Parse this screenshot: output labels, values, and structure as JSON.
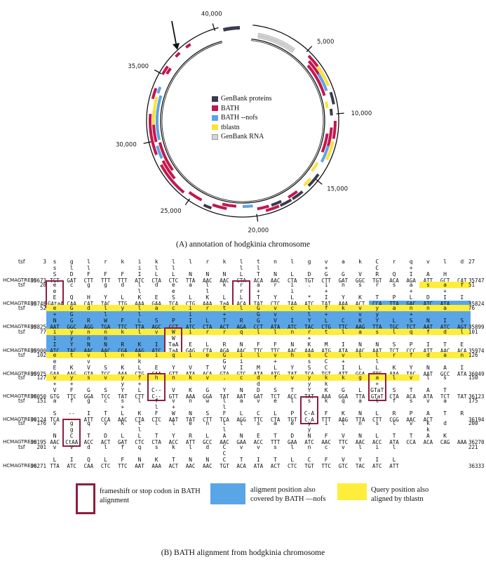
{
  "panel_a": {
    "ticks": [
      "40,000",
      "5,000",
      "10,000",
      "15,000",
      "20,000",
      "25,000",
      "30,000",
      "35,000"
    ],
    "legend": [
      {
        "label": "GenBank proteins",
        "color": "#3b3b4f"
      },
      {
        "label": "BATH",
        "color": "#c1184e"
      },
      {
        "label": "BATH --nofs",
        "color": "#5aa5e6"
      },
      {
        "label": "tblastn",
        "color": "#ffe135"
      },
      {
        "label": "GenBank RNA",
        "color": "#d6d6d6"
      }
    ],
    "caption": "(A) annotation of hodgkinia chromosome"
  },
  "panel_b": {
    "query_name": "tsf",
    "target_name": "HCMAGTRE08",
    "blocks": [
      {
        "q_start": "3",
        "q_end": "27",
        "t_start": "35673",
        "t_end": "35747",
        "q": [
          "s",
          "g",
          "l",
          "r",
          "k",
          "i",
          "k",
          "l",
          "l",
          "r",
          "k",
          "l",
          "t",
          "n",
          "l",
          "g",
          "v",
          "a",
          "k",
          "C",
          "r",
          "q",
          "v",
          "l",
          "d"
        ],
        "m": [
          "s",
          "l",
          "l",
          "",
          "",
          "i",
          "l",
          "l",
          "",
          "",
          "",
          "l",
          "l",
          "",
          "",
          "",
          "+",
          "",
          "",
          "C",
          "",
          "+",
          "",
          "",
          ""
        ],
        "t": [
          "S",
          "D",
          "F",
          "F",
          "F",
          "I",
          "L",
          "L",
          "N",
          "N",
          "N",
          "L",
          "T",
          "N",
          "L",
          "D",
          "G",
          "G",
          "V",
          "R",
          "Q",
          "I",
          "A",
          "H",
          ""
        ],
        "c": [
          "TCT",
          "GAT",
          "CTT",
          "TTT",
          "TTT",
          "ATC",
          "CTA",
          "CTC",
          "TTA",
          "AAC",
          "AAC",
          "CTA",
          "ACA",
          "AAC",
          "CTA",
          "TGT",
          "CTT",
          "GAT",
          "GGC",
          "TGT",
          "ACA",
          "AGA",
          "ATT",
          "GCT",
          "CAT"
        ]
      },
      {
        "q_start": "28",
        "q_end": "51",
        "t_start": "35748",
        "t_end": "35824",
        "q": [
          "e",
          "c",
          "g",
          "g",
          "d",
          "l",
          "d",
          "e",
          "a",
          "l",
          "k",
          "r",
          "a",
          "r",
          "i",
          ".",
          "i",
          "n",
          "s",
          "r",
          "s",
          "a",
          "s",
          "a",
          "f"
        ],
        "m": [
          "e",
          "",
          "",
          "",
          "",
          "l",
          "",
          "e",
          "",
          "l",
          "",
          "r",
          "+",
          "",
          "i",
          "",
          "+",
          "",
          "",
          "",
          "",
          "+",
          "",
          "+",
          ""
        ],
        "t": [
          "E",
          "Q",
          "H",
          "Y",
          "L",
          "K",
          "E",
          "S",
          "L",
          "K",
          "L",
          "L",
          "T",
          "Y",
          "L",
          "*",
          "I",
          "Y",
          "K",
          "T",
          "P",
          "L",
          "D",
          "I",
          "I"
        ],
        "c": [
          "GAtaA",
          "CAA",
          "CAT",
          "TAC",
          "TTG",
          "AAA",
          "GAA",
          "TCA",
          "CTG",
          "AAA",
          "TaA",
          "ACA",
          "TAT",
          "CTC",
          "TAA",
          "ATC",
          "TAT",
          "AAA",
          "ACT",
          "CCA",
          "TTA",
          "GAC",
          "ATC",
          "ATA",
          ""
        ]
      },
      {
        "q_start": "52",
        "q_end": "76",
        "t_start": "35825",
        "t_end": "35899",
        "q": [
          "e",
          "G",
          "d",
          "l",
          "y",
          "l",
          "a",
          "c",
          "i",
          "r",
          "t",
          "l",
          "G",
          "v",
          "c",
          "l",
          "f",
          "k",
          "v",
          "y",
          "a",
          "n",
          "n",
          "a",
          ""
        ],
        "m": [
          "+",
          "G",
          "",
          "l",
          "",
          "l",
          "",
          "",
          "i",
          "",
          "+",
          "",
          "G",
          "v",
          "",
          "l",
          "+",
          "",
          "v",
          "y",
          "",
          "+",
          "",
          "",
          ""
        ],
        "t": [
          "N",
          "G",
          "R",
          "W",
          "F",
          "L",
          "S",
          "P",
          "I",
          "L",
          "T",
          "R",
          "G",
          "V",
          "I",
          "Y",
          "L",
          "C",
          "K",
          "Y",
          "L",
          "S",
          "N",
          "I",
          "S"
        ],
        "c": [
          "AAT",
          "GGC",
          "AGG",
          "TGA",
          "TTC",
          "TTA",
          "AGC",
          "CCT",
          "ATC",
          "CTA",
          "ACT",
          "AGA",
          "CCT",
          "ATA",
          "ATC",
          "TAC",
          "CTG",
          "TTC",
          "AAG",
          "TTA",
          "TGC",
          "TCT",
          "AAT",
          "ATC",
          "AGT"
        ]
      },
      {
        "q_start": "77",
        "q_end": "101",
        "t_start": "35900",
        "t_end": "35974",
        "q": [
          "i",
          "y",
          "n",
          "n",
          "k",
          "l",
          "v",
          "W",
          "i",
          "r",
          "r",
          "q",
          "l",
          "l",
          "n",
          "r",
          "t",
          "l",
          "a",
          "s",
          "l",
          "q",
          "f",
          "d",
          "l"
        ],
        "m": [
          "i",
          "y",
          "n",
          "n",
          "",
          "",
          "",
          "W",
          "",
          "",
          "",
          "",
          "",
          "",
          "",
          "+",
          "",
          "",
          "",
          "",
          "",
          "",
          "",
          "",
          ""
        ],
        "t": [
          "I",
          "Y",
          "N",
          "N",
          "R",
          "K",
          "I",
          "TaA",
          "E",
          "L",
          "R",
          "N",
          "F",
          "F",
          "N",
          "K",
          "M",
          "I",
          "N",
          "N",
          "S",
          "P",
          "I",
          "T",
          "E"
        ],
        "c": [
          "ATC",
          "TAC",
          "AAC",
          "AAC",
          "CGA",
          "AAG",
          "ATC",
          "TaA",
          "GAG",
          "CTA",
          "AGA",
          "AAC",
          "TTC",
          "TTC",
          "AAC",
          "AAA",
          "ATG",
          "ATA",
          "AAC",
          "AAT",
          "TCT",
          "CCC",
          "ATT",
          "AAC",
          "ACA"
        ]
      },
      {
        "q_start": "102",
        "q_end": "126",
        "t_start": "35975",
        "t_end": "36049",
        "q": [
          "e",
          "t",
          "v",
          "l",
          "n",
          "k",
          "i",
          "q",
          "i",
          "e",
          "G",
          "i",
          "l",
          "v",
          "h",
          "s",
          "C",
          "v",
          "l",
          "l",
          "r",
          "f",
          "d",
          "a",
          "n"
        ],
        "m": [
          "e",
          "",
          "v",
          "",
          "",
          "k",
          "",
          "",
          "",
          "",
          "G",
          "i",
          "",
          "+",
          "",
          "s",
          "C",
          "+",
          "",
          "l",
          "",
          "",
          "",
          "",
          ""
        ],
        "t": [
          "E",
          "K",
          "V",
          "S",
          "K",
          "L",
          "E",
          "Y",
          "V",
          "T",
          "V",
          "I",
          "M",
          "L",
          "Y",
          "S",
          "C",
          "I",
          "L",
          "L",
          "K",
          "Y",
          "N",
          "A",
          "I"
        ],
        "c": [
          "GAA",
          "AAG",
          "GTA",
          "TCC",
          "AAA",
          "CTG",
          "GAA",
          "GTT",
          "ATA",
          "ACA",
          "GTA",
          "GTC",
          "ATA",
          "ATG",
          "TAT",
          "TCA",
          "TGT",
          "ATT",
          "GGA",
          "TTG",
          "AAA",
          "TAC",
          "AAT",
          "GCC",
          "ATA"
        ]
      },
      {
        "q_start": "127",
        "q_end": "150",
        "t_start": "36050",
        "t_end": "36123",
        "q": [
          "v",
          "y",
          "s",
          "v",
          "y",
          "f",
          "h",
          "n",
          "k",
          "v",
          ".",
          "c",
          "d",
          "f",
          "v",
          "y",
          "k",
          "k",
          "g",
          "a",
          "l",
          "v",
          "l",
          "s",
          ""
        ],
        "m": [
          "+",
          "+",
          "",
          "",
          "y",
          "+",
          "",
          "",
          "",
          "",
          "",
          "",
          "d",
          "",
          "",
          "y",
          "k",
          "",
          "",
          "+",
          "",
          "",
          "",
          "",
          ""
        ],
        "t": [
          "V",
          "F",
          "G",
          "S",
          "Y",
          "L",
          "C--",
          "V",
          "K",
          "G",
          "Y",
          "N",
          "D",
          "S",
          "T",
          "Y",
          "K",
          "G",
          "L",
          "GTaT",
          "S",
          "T",
          "A",
          "T",
          ""
        ],
        "c": [
          "GTG",
          "TTC",
          "GGA",
          "TCC",
          "TAT",
          "CTT",
          "C--",
          "GTT",
          "AAA",
          "GGA",
          "TAT",
          "AAT",
          "GAT",
          "TCT",
          "ACC",
          "TAT",
          "AAA",
          "GGA",
          "TTA",
          "GTaT",
          "CTA",
          "ACA",
          "ATA",
          "TCT",
          "TAT"
        ]
      },
      {
        "q_start": "151",
        "q_end": "175",
        "t_start": "36124",
        "t_end": "36194",
        "q": [
          "a",
          "f",
          "g",
          "c",
          "s",
          "l",
          "f",
          "v",
          "n",
          "w",
          "l",
          "a",
          "v",
          "e",
          "l",
          "s",
          "k",
          "q",
          "a",
          "l",
          "f",
          "s",
          "v",
          "a",
          ""
        ],
        "m": [
          "",
          "",
          "",
          "",
          "+",
          "",
          "l",
          "+",
          "",
          "",
          "l",
          "",
          "",
          "",
          "",
          "",
          "",
          "",
          "",
          "",
          "",
          "",
          "",
          "",
          ""
        ],
        "t": [
          "S",
          "--",
          "I",
          "T",
          "L",
          "K",
          "F",
          "W",
          "N",
          "S",
          "F",
          "L",
          "C",
          "L",
          "P",
          "C-A",
          "F",
          "K",
          "N",
          "L",
          "R",
          "P",
          "A",
          "T",
          "R"
        ],
        "c": [
          "TCA",
          "---",
          "ATT",
          "CCA",
          "AAC",
          "CTA",
          "CTC",
          "AAT",
          "TAT",
          "CTT",
          "TCA",
          "AGG",
          "TTC",
          "CTA",
          "TGT",
          "C-A",
          "TTT",
          "AAG",
          "TTA",
          "CTT",
          "CGG",
          "AAC",
          "ACT",
          "",
          ""
        ]
      },
      {
        "q_start": "176",
        "q_end": "200",
        "t_start": "36195",
        "t_end": "36270",
        "q": [
          "v",
          "g",
          "q",
          "v",
          "k",
          "t",
          "l",
          "l",
          "e",
          "n",
          "l",
          "l",
          "s",
          "a",
          "e",
          "y",
          "i",
          "l",
          "n",
          "s",
          "l",
          "v",
          "k",
          "d",
          ""
        ],
        "m": [
          "",
          "g",
          "",
          "",
          "",
          "l",
          "",
          "",
          "",
          "",
          "l",
          "",
          "",
          "",
          "",
          "y",
          "",
          "",
          "",
          "",
          "",
          "",
          "k",
          "",
          ""
        ],
        "t": [
          "N",
          "C",
          "T",
          "D",
          "L",
          "L",
          "T",
          "Y",
          "R",
          "L",
          "A",
          "N",
          "E",
          "T",
          "D",
          "N",
          "F",
          "V",
          "N",
          "L",
          "T",
          "T",
          "A",
          "K",
          ""
        ],
        "c": [
          "AAC",
          "CtAA",
          "ACC",
          "ACT",
          "GAT",
          "CTC",
          "CTA",
          "ACC",
          "ATT",
          "GCC",
          "AAC",
          "GAA",
          "ACC",
          "TTT",
          "GAA",
          "ATC",
          "AAC",
          "TTC",
          "AAC",
          "ACC",
          "ATA",
          "CCA",
          "ACA",
          "CAG",
          "AAA"
        ]
      },
      {
        "q_start": "201",
        "q_end": "221",
        "t_start": "36271",
        "t_end": "36333",
        "q": [
          "v",
          "v",
          "d",
          "l",
          "f",
          "q",
          "s",
          "k",
          "l",
          "d",
          "C",
          "v",
          "v",
          "s",
          "l",
          "n",
          "c",
          "v",
          "l",
          "i",
          "l"
        ],
        "m": [
          "",
          "",
          "",
          "",
          "",
          "",
          "",
          "",
          "",
          "",
          "C",
          "",
          "",
          "",
          "",
          "",
          "",
          "",
          "",
          "",
          ""
        ],
        "t": [
          "L",
          "I",
          "Q",
          "L",
          "F",
          "N",
          "K",
          "T",
          "N",
          "N",
          "C",
          "T",
          "I",
          "T",
          "L",
          "C",
          "F",
          "V",
          "Y",
          "I",
          "L"
        ],
        "c": [
          "TTA",
          "ATC",
          "CAA",
          "CTC",
          "TTC",
          "AAT",
          "AAA",
          "ACT",
          "AAC",
          "AAC",
          "TGT",
          "ACA",
          "ATA",
          "ACT",
          "CTC",
          "TGT",
          "TTC",
          "GTC",
          "TAC",
          "ATC",
          "ATT"
        ]
      }
    ],
    "legend": [
      {
        "label": "frameshift or stop codon in BATH alignment",
        "color": "#8e1e3e"
      },
      {
        "label": "aligment position also covered by BATH —nofs",
        "color": "#5aa5e6"
      },
      {
        "label": "Query position also aligned by tblastn",
        "color": "#ffed3b"
      }
    ],
    "caption": "(B) BATH alignment from hodgkinia chromosome"
  }
}
